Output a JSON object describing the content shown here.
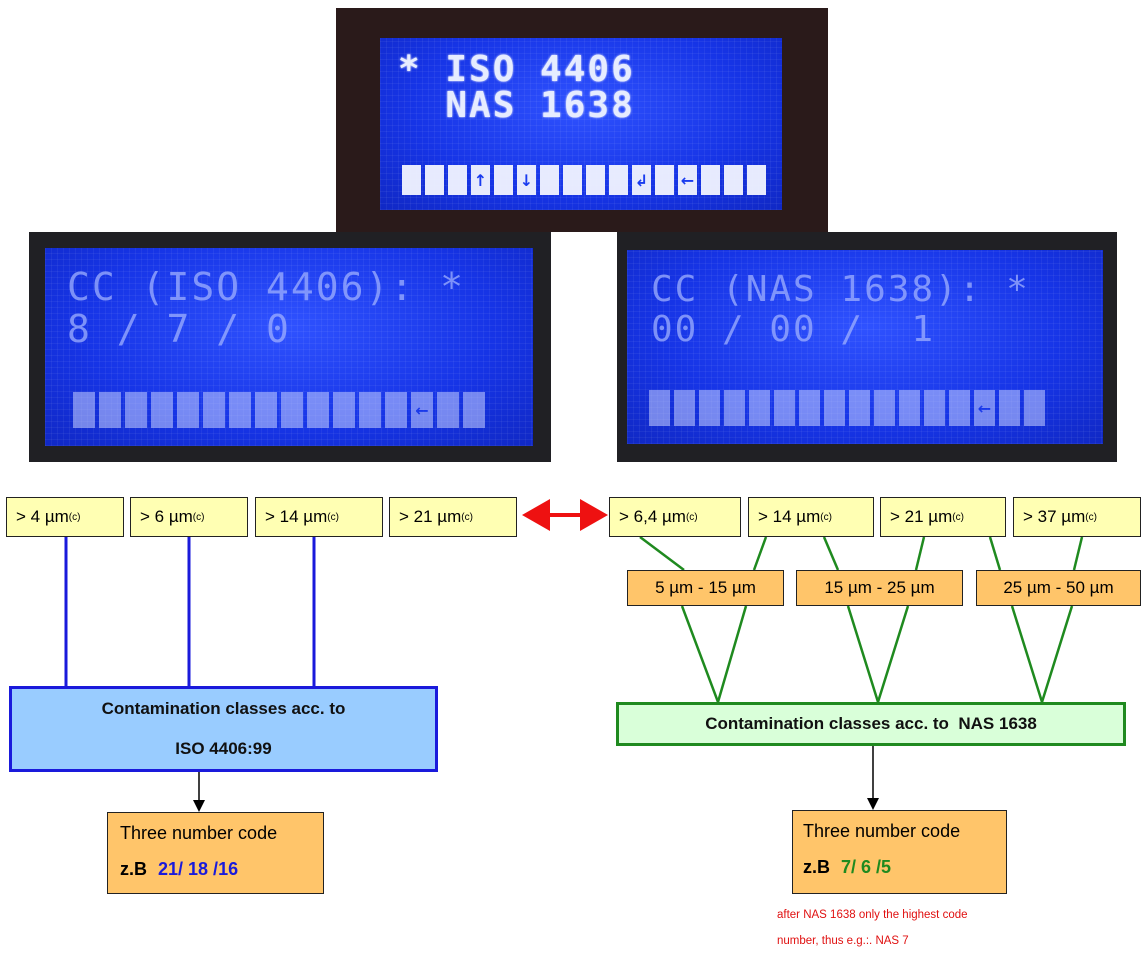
{
  "lcd_top": {
    "line1": "* ISO 4406",
    "line2": "  NAS 1638",
    "button_icons": [
      "up-arrow-icon",
      "down-arrow-icon",
      "enter-icon",
      "back-arrow-icon"
    ]
  },
  "lcd_left": {
    "line1": "CC (ISO 4406): *",
    "line2": "8 / 7 / 0"
  },
  "lcd_right": {
    "line1": "CC (NAS 1638): *",
    "line2": "00 / 00 /  1"
  },
  "iso_sizes": [
    {
      "prefix": ">  4 µm",
      "sub": "(c)"
    },
    {
      "prefix": ">  6 µm",
      "sub": "(c)"
    },
    {
      "prefix": ">  14 µm",
      "sub": "(c)"
    },
    {
      "prefix": ">  21 µm",
      "sub": "(c)"
    }
  ],
  "nas_sizes": [
    {
      "prefix": ">  6,4 µm",
      "sub": "(c)"
    },
    {
      "prefix": ">  14 µm",
      "sub": "(c)"
    },
    {
      "prefix": ">  21 µm",
      "sub": "(c)"
    },
    {
      "prefix": ">  37 µm",
      "sub": "(c)"
    }
  ],
  "nas_ranges": [
    "5 µm - 15 µm",
    "15 µm - 25 µm",
    "25 µm - 50 µm"
  ],
  "iso_class_box": {
    "line1": "Contamination classes acc. to",
    "line2": "ISO 4406:99"
  },
  "nas_class_box": {
    "label": "Contamination classes acc. to  NAS 1638"
  },
  "iso_code": {
    "title": "Three number code",
    "prefix": "z.B",
    "value": "21/ 18 /16",
    "color": "#1a1adb"
  },
  "nas_code": {
    "title": "Three number code",
    "prefix": "z.B",
    "value": "7/ 6 /5",
    "color": "#1f8a1f"
  },
  "note": {
    "line1": "after NAS 1638 only the highest code",
    "line2": "number,  thus e.g.:. NAS 7"
  },
  "colors": {
    "iso_line": "#1a1adb",
    "nas_line": "#1f8a1f",
    "link_arrow": "#ee1111"
  }
}
